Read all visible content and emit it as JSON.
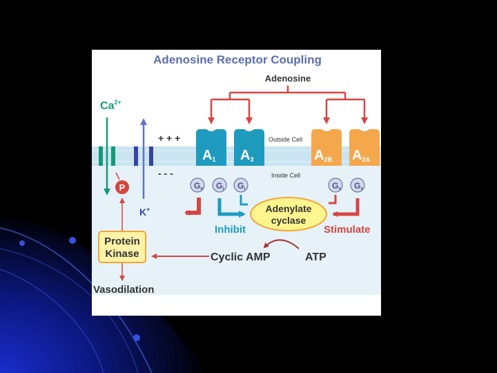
{
  "figure": {
    "title": "Adenosine Receptor Coupling",
    "ligand": "Adenosine",
    "ion_ca": "Ca",
    "ion_ca_charge": "2+",
    "ion_k": "K",
    "ion_k_charge": "+",
    "plus_charges": "+ + +",
    "minus_charges": "- - -",
    "outside_label": "Outside Cell",
    "inside_label": "Inside Cell",
    "phospho_label": "P",
    "receptors": [
      {
        "main": "A",
        "sub": "1"
      },
      {
        "main": "A",
        "sub": "3"
      },
      {
        "main": "A",
        "sub": "2B"
      },
      {
        "main": "A",
        "sub": "2A"
      }
    ],
    "g_proteins": [
      {
        "main": "G",
        "sub": "o"
      },
      {
        "main": "G",
        "sub": "i"
      },
      {
        "main": "G",
        "sub": "i"
      },
      {
        "main": "G",
        "sub": "s"
      },
      {
        "main": "G",
        "sub": "s"
      }
    ],
    "enzyme_line1": "Adenylate",
    "enzyme_line2": "cyclase",
    "inhibit_label": "Inhibit",
    "stimulate_label": "Stimulate",
    "camp_label": "Cyclic AMP",
    "atp_label": "ATP",
    "kinase_line1": "Protein",
    "kinase_line2": "Kinase",
    "outcome_label": "Vasodilation",
    "colors": {
      "background": "#000000",
      "title": "#5b6fb0",
      "panel": "#e6f2f8",
      "membrane": "#c9e4f0",
      "red": "#d64541",
      "teal": "#1e9bbf",
      "orange": "#f5a74c",
      "green": "#139a76",
      "navy": "#3844a0",
      "purple_arrow": "#6173c4",
      "kinase_fill": "#fef3a8",
      "kinase_border": "#f2a636",
      "enzyme_fill": "#fff58f",
      "g_fill": "#d3d8ec"
    }
  }
}
